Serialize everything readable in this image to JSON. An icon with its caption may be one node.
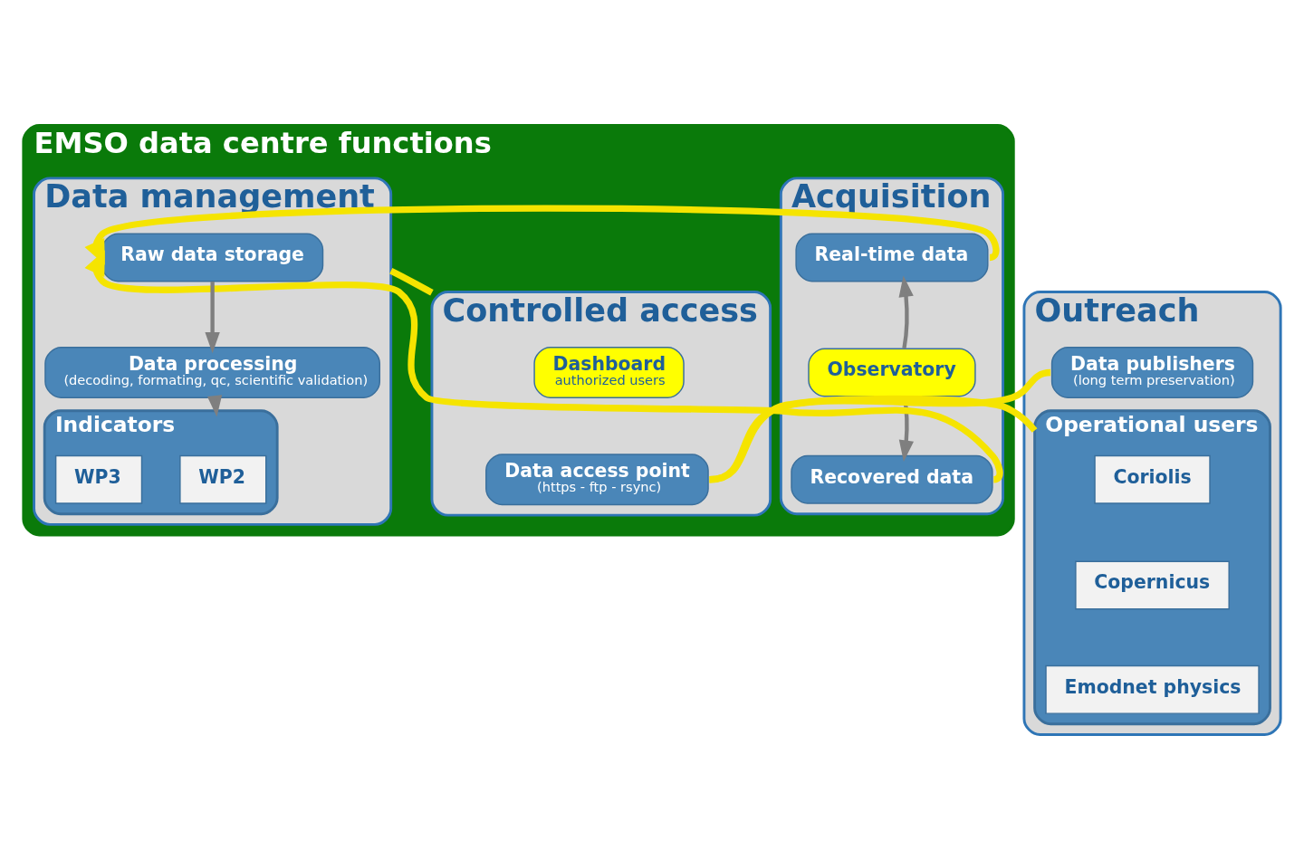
{
  "diagram": {
    "nodes": [
      {
        "text": [
          "EMSO data centre functions"
        ]
      },
      {
        "text": [
          "Acquisition"
        ],
        "in": 0
      },
      {
        "text": [
          "Real-time data"
        ],
        "in": 1
      },
      {
        "text": [
          "Observatory"
        ],
        "in": 1
      },
      {
        "text": [
          "Recovered data"
        ],
        "in": 1
      },
      {
        "text": [
          "Data management"
        ],
        "in": 0
      },
      {
        "text": [
          "Raw data storage"
        ],
        "in": 5
      },
      {
        "text": [
          "Data processing",
          "(decoding, formating, qc, scientific validation)"
        ],
        "in": 5
      },
      {
        "text": [
          "Indicators"
        ],
        "in": 5
      },
      {
        "text": [
          "WP2"
        ],
        "in": 8
      },
      {
        "text": [
          "WP3"
        ],
        "in": 8
      },
      {
        "text": [
          "Controlled access"
        ],
        "in": 0
      },
      {
        "text": [
          "Dashboard",
          "authorized users"
        ],
        "in": 11
      },
      {
        "text": [
          "Data access point",
          "(https - ftp - rsync)"
        ],
        "in": 11
      },
      {
        "text": [
          "Outreach"
        ]
      },
      {
        "text": [
          "Data publishers",
          "(long term preservation)"
        ],
        "in": 14
      },
      {
        "text": [
          "Operational users"
        ],
        "in": 14
      },
      {
        "text": [
          "Coriolis"
        ],
        "in": 16
      },
      {
        "text": [
          "Copernicus"
        ],
        "in": 16
      },
      {
        "text": [
          "Emodnet physics"
        ],
        "in": 16
      }
    ],
    "edges": [
      {
        "from": 3,
        "to": 2,
        "arrow": "to",
        "color": "#7f7f7f"
      },
      {
        "from": 3,
        "to": 4,
        "arrow": "to",
        "color": "#7f7f7f"
      },
      {
        "from": 2,
        "to": 6,
        "arrow": "to"
      },
      {
        "from": 4,
        "to": 6,
        "arrow": "to"
      },
      {
        "from": 6,
        "to": 7,
        "arrow": "to",
        "color": "#7f7f7f"
      },
      {
        "from": 7,
        "to": 8,
        "arrow": "to",
        "color": "#7f7f7f"
      },
      {
        "from": 5,
        "to": 11,
        "arrow": "none"
      },
      {
        "from": 13,
        "to": 15,
        "arrow": "none"
      },
      {
        "from": 13,
        "to": 16,
        "arrow": "none"
      }
    ]
  }
}
